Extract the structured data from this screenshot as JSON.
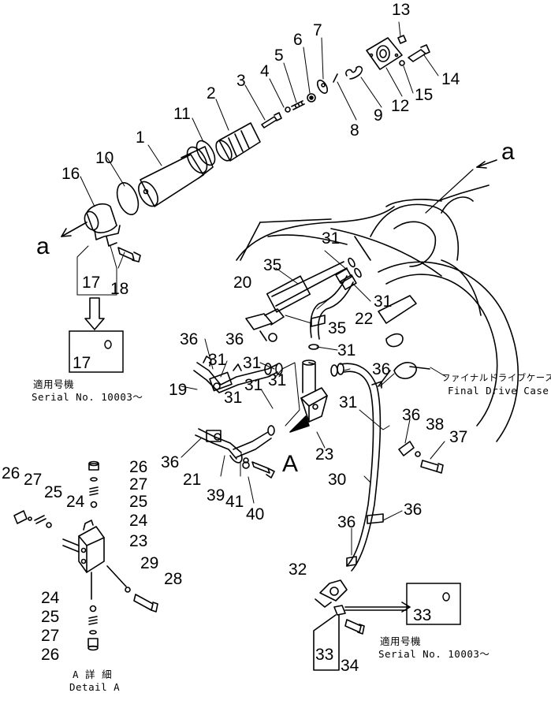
{
  "part_numbers": {
    "p1": "1",
    "p2": "2",
    "p3": "3",
    "p4": "4",
    "p5": "5",
    "p6": "6",
    "p7": "7",
    "p8": "8",
    "p9": "9",
    "p10": "10",
    "p11": "11",
    "p12": "12",
    "p13": "13",
    "p14": "14",
    "p15": "15",
    "p16": "16",
    "p17": "17",
    "p18": "18",
    "p19": "19",
    "p20": "20",
    "p21": "21",
    "p22": "22",
    "p23": "23",
    "p24": "24",
    "p25": "25",
    "p26": "26",
    "p27": "27",
    "p28": "28",
    "p29": "29",
    "p30": "30",
    "p31": "31",
    "p32": "32",
    "p33": "33",
    "p34": "34",
    "p35": "35",
    "p36": "36",
    "p37": "37",
    "p38": "38",
    "p39": "39",
    "p40": "40",
    "p41": "41"
  },
  "refs": {
    "a": "a",
    "A": "A"
  },
  "notes": {
    "applicable_jp": "適用号機",
    "serial": "Serial  No. 10003～",
    "final_drive_jp": "ファイナルドライブケース",
    "final_drive_en": "Final Drive Case",
    "detail_jp": "A 詳 細",
    "detail_en": "Detail A"
  }
}
